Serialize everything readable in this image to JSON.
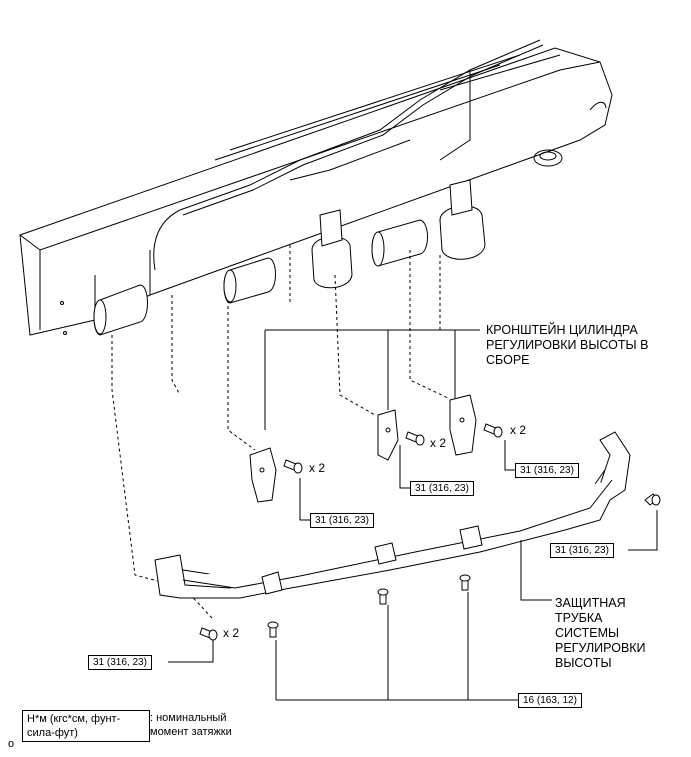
{
  "callouts": {
    "bracket": "КРОНШТЕЙН ЦИЛИНДРА\nРЕГУЛИРОВКИ ВЫСОТЫ В\nСБОРЕ",
    "tube": "ЗАЩИТНАЯ\nТРУБКА\nСИСТЕМЫ\nРЕГУЛИРОВКИ\nВЫСОТЫ"
  },
  "torque_labels": {
    "bracket_right": "31 (316, 23)",
    "bracket_middle": "31 (316, 23)",
    "bracket_left": "31 (316, 23)",
    "tube_end": "31 (316, 23)",
    "tube_left_bolt": "31 (316, 23)",
    "clamp_bolts": "16 (163, 12)"
  },
  "quantities": {
    "bracket_right": "x 2",
    "bracket_middle": "x 2",
    "bracket_left": "x 2",
    "tube_left_bolt": "x 2"
  },
  "legend": {
    "unit": "Н*м (кгс*см, фунт-\nсила-фут)",
    "meaning": ": номинальный\nмомент затяжки"
  },
  "corner_mark": "o"
}
